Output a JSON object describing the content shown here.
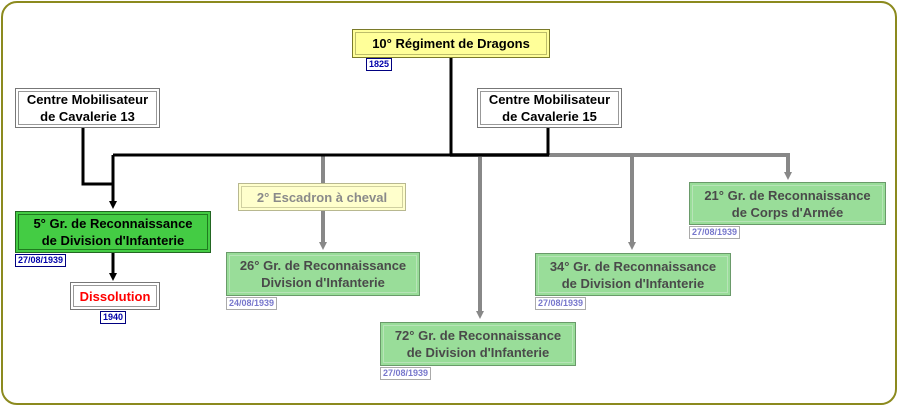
{
  "nodes": {
    "root": "10° Régiment de Dragons",
    "cmc13": "Centre Mobilisateur\nde Cavalerie 13",
    "cmc15": "Centre Mobilisateur\nde Cavalerie 15",
    "escadron": "2° Escadron à cheval",
    "gr5": "5° Gr. de Reconnaissance\nde Division d'Infanterie",
    "dissolution": "Dissolution",
    "gr26": "26° Gr. de Reconnaissance\nDivision d'Infanterie",
    "gr72": "72° Gr. de Reconnaissance\nde Division d'Infanterie",
    "gr34": "34° Gr. de Reconnaissance\nde Division d'Infanterie",
    "gr21": "21° Gr. de Reconnaissance\nde Corps d'Armée"
  },
  "dates": {
    "root": "1825",
    "gr5": "27/08/1939",
    "dissolution": "1940",
    "gr26": "24/08/1939",
    "gr72": "27/08/1939",
    "gr34": "27/08/1939",
    "gr21": "27/08/1939"
  },
  "colors": {
    "frame": "#8c8a1e",
    "active_line": "#000000",
    "inactive_line": "#888888",
    "dissolution_text": "#ff0000"
  }
}
